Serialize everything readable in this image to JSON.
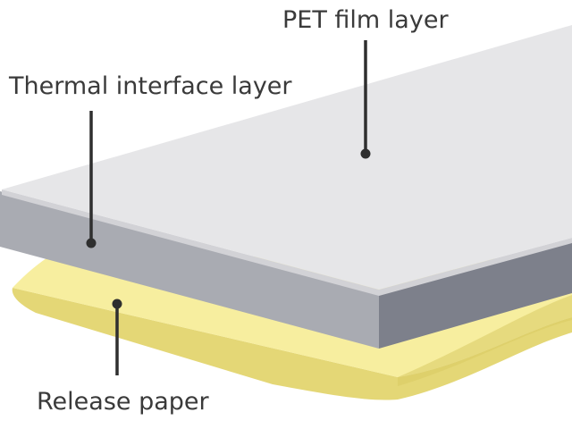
{
  "labels": {
    "pet_film": "PET film layer",
    "thermal_interface": "Thermal interface layer",
    "release_paper": "Release paper"
  },
  "colors": {
    "pet_top": "#e6e6e8",
    "pet_edge": "#d2d2d6",
    "thermal_front": "#a9abb2",
    "thermal_side": "#7d808b",
    "release_paper_top": "#f7ee9f",
    "release_paper_edge": "#e4d776",
    "leader": "#2f2f2f",
    "text": "#3a3a3a"
  }
}
